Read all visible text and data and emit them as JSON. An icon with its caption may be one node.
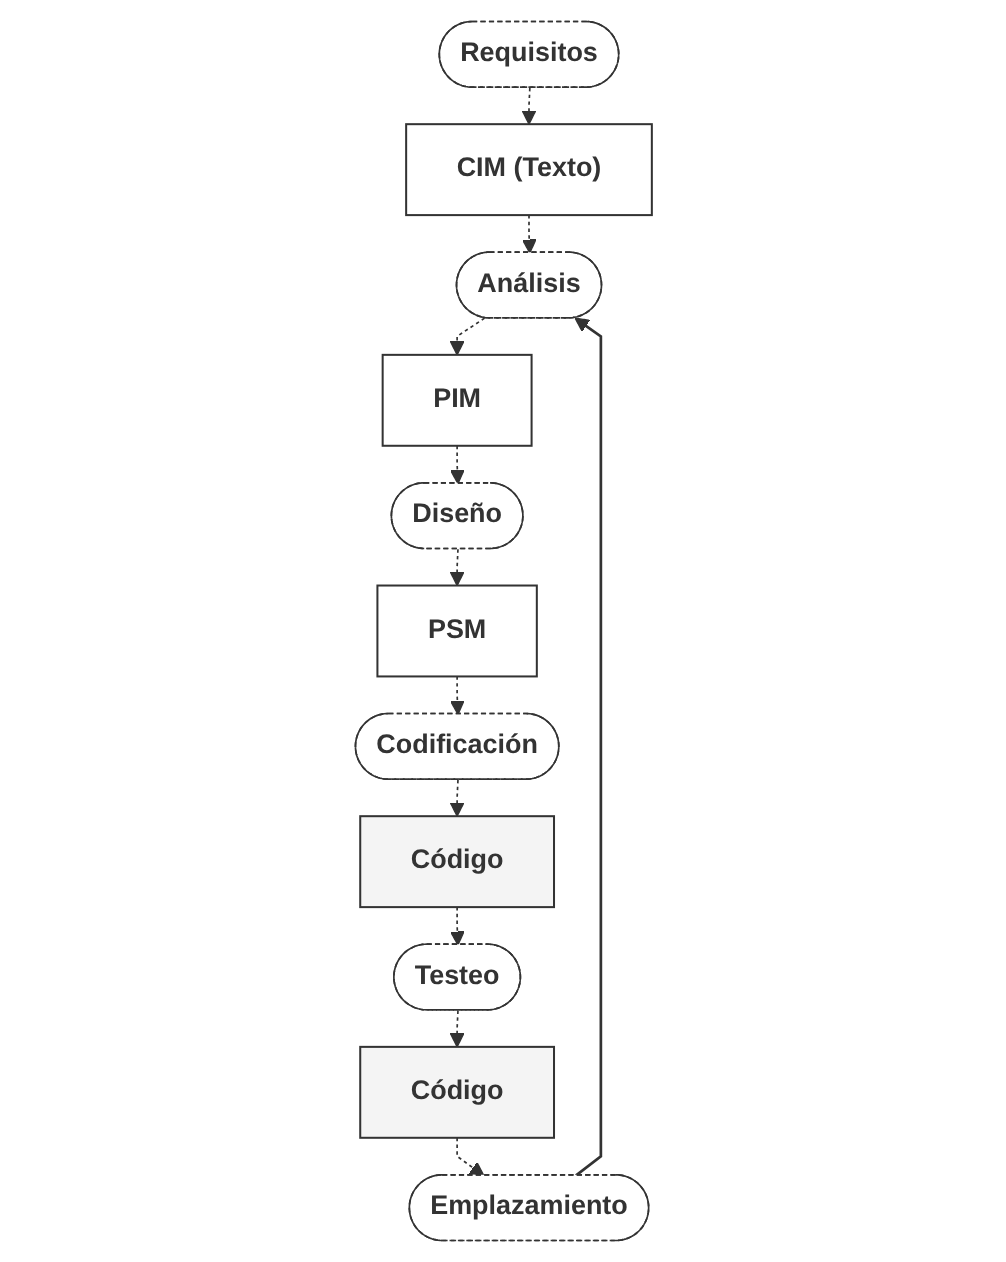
{
  "diagram": {
    "nodes": [
      {
        "text": [
          "Requisitos"
        ]
      },
      {
        "text": [
          "Análisis"
        ]
      },
      {
        "text": [
          "Diseño"
        ]
      },
      {
        "text": [
          "Codificación"
        ]
      },
      {
        "text": [
          "Testeo"
        ]
      },
      {
        "text": [
          "Emplazamiento"
        ]
      },
      {
        "text": [
          "CIM (Texto)"
        ]
      },
      {
        "text": [
          "PIM"
        ]
      },
      {
        "text": [
          "PSM"
        ]
      },
      {
        "text": [
          "Código"
        ]
      },
      {
        "text": [
          "Código"
        ]
      }
    ],
    "edges": [
      {
        "from": 0,
        "to": 6,
        "arrow": "to",
        "style": "dashed"
      },
      {
        "from": 6,
        "to": 1,
        "arrow": "to",
        "style": "dashed"
      },
      {
        "from": 1,
        "to": 7,
        "arrow": "to",
        "style": "dashed"
      },
      {
        "from": 7,
        "to": 2,
        "arrow": "to",
        "style": "dashed"
      },
      {
        "from": 2,
        "to": 8,
        "arrow": "to",
        "style": "dashed"
      },
      {
        "from": 8,
        "to": 3,
        "arrow": "to",
        "style": "dashed"
      },
      {
        "from": 3,
        "to": 9,
        "arrow": "to",
        "style": "dashed"
      },
      {
        "from": 9,
        "to": 4,
        "arrow": "to",
        "style": "dashed"
      },
      {
        "from": 4,
        "to": 10,
        "arrow": "to",
        "style": "dashed"
      },
      {
        "from": 10,
        "to": 5,
        "arrow": "to",
        "style": "dashed"
      },
      {
        "from": 5,
        "to": 1,
        "arrow": "to"
      }
    ]
  }
}
